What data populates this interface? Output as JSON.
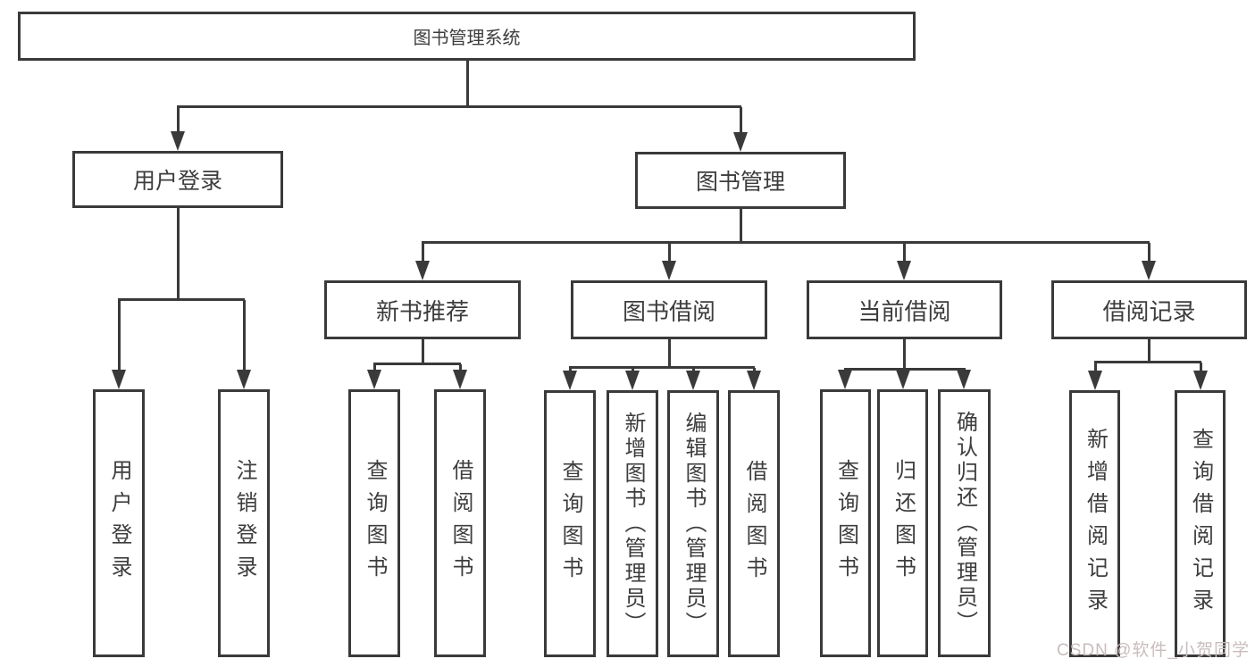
{
  "diagram": {
    "type": "tree",
    "title": "图书管理系统",
    "nodes": [
      {
        "id": "root",
        "label": "图书管理系统",
        "parent": null
      },
      {
        "id": "user-login",
        "label": "用户登录",
        "parent": "root"
      },
      {
        "id": "book-mgmt",
        "label": "图书管理",
        "parent": "root"
      },
      {
        "id": "new-book-rec",
        "label": "新书推荐",
        "parent": "book-mgmt"
      },
      {
        "id": "book-borrow",
        "label": "图书借阅",
        "parent": "book-mgmt"
      },
      {
        "id": "current-borrow",
        "label": "当前借阅",
        "parent": "book-mgmt"
      },
      {
        "id": "borrow-records",
        "label": "借阅记录",
        "parent": "book-mgmt"
      },
      {
        "id": "user-login-leaf",
        "label": "用户登录",
        "parent": "user-login"
      },
      {
        "id": "logout-leaf",
        "label": "注销登录",
        "parent": "user-login"
      },
      {
        "id": "query-books-new",
        "label": "查询图书",
        "parent": "new-book-rec"
      },
      {
        "id": "borrow-books-new",
        "label": "借阅图书",
        "parent": "new-book-rec"
      },
      {
        "id": "query-books-borrow",
        "label": "查询图书",
        "parent": "book-borrow"
      },
      {
        "id": "add-books-admin",
        "label": "新增图书（管理员）",
        "parent": "book-borrow"
      },
      {
        "id": "edit-books-admin",
        "label": "编辑图书（管理员）",
        "parent": "book-borrow"
      },
      {
        "id": "borrow-books-borrow",
        "label": "借阅图书",
        "parent": "book-borrow"
      },
      {
        "id": "query-books-current",
        "label": "查询图书",
        "parent": "current-borrow"
      },
      {
        "id": "return-books",
        "label": "归还图书",
        "parent": "current-borrow"
      },
      {
        "id": "confirm-return-admin",
        "label": "确认归还（管理员）",
        "parent": "current-borrow"
      },
      {
        "id": "add-borrow-record",
        "label": "新增借阅记录",
        "parent": "borrow-records"
      },
      {
        "id": "query-borrow-record",
        "label": "查询借阅记录",
        "parent": "borrow-records"
      }
    ]
  },
  "watermark": {
    "text": "CSDN @软件_小贺同学",
    "color": "#c9bcbc"
  },
  "colors": {
    "line": "#3a3a3a",
    "box_border": "#3a3a3a",
    "box_background": "#ffffff",
    "text": "#3d3d3d",
    "background": "#ffffff"
  }
}
